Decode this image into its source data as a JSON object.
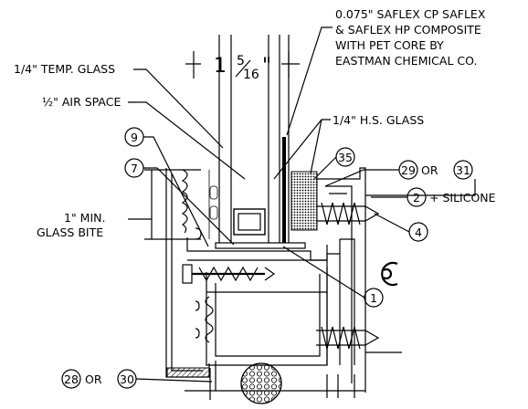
{
  "labels": {
    "interlayer_line1": "0.075\" SAFLEX CP SAFLEX",
    "interlayer_line2": "& SAFLEX HP COMPOSITE",
    "interlayer_line3": "WITH PET CORE BY",
    "interlayer_line4": "EASTMAN CHEMICAL CO.",
    "temp_glass": "1/4\" TEMP. GLASS",
    "air_space": "½\" AIR SPACE",
    "hs_glass": "1/4\" H.S. GLASS",
    "min_bite_line1": "1\" MIN.",
    "min_bite_line2": "GLASS BITE",
    "plus_silicone": "+ SILICONE",
    "or_29_31": "OR",
    "or_28_30": "OR"
  },
  "dimension": {
    "whole": "1",
    "num": "5",
    "den": "16",
    "unit": "\""
  },
  "callouts": {
    "c9": "9",
    "c7": "7",
    "c35": "35",
    "c29": "29",
    "c31": "31",
    "c2": "2",
    "c4": "4",
    "c1": "1",
    "c28": "28",
    "c30": "30"
  }
}
